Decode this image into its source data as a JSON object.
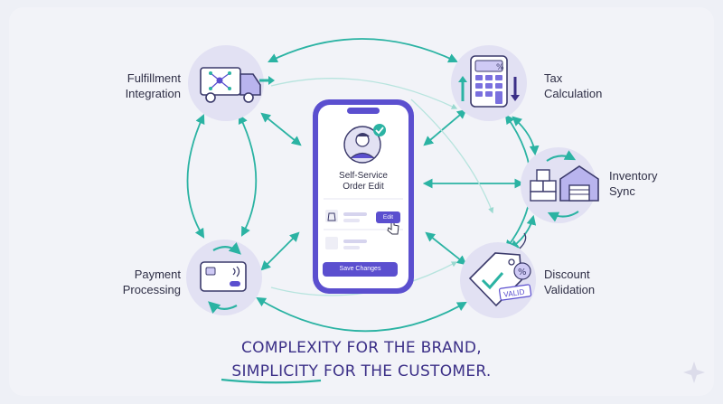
{
  "nodes": {
    "fulfillment": [
      "Fulfillment",
      "Integration"
    ],
    "tax": [
      "Tax",
      "Calculation"
    ],
    "inventory": [
      "Inventory",
      "Sync"
    ],
    "payment": [
      "Payment",
      "Processing"
    ],
    "discount": [
      "Discount",
      "Validation"
    ]
  },
  "phone": {
    "title": [
      "Self-Service",
      "Order Edit"
    ],
    "edit_label": "Edit",
    "save_label": "Save Changes"
  },
  "badges": {
    "valid_tag": "VALID",
    "percent": "%"
  },
  "headline": {
    "line1": "COMPLEXITY FOR THE BRAND,",
    "line2": "SIMPLICITY FOR THE CUSTOMER."
  },
  "colors": {
    "accent": "#5b4fcf",
    "teal": "#2bb3a3",
    "navy": "#3b2f87",
    "circle": "#e2e1f3"
  }
}
